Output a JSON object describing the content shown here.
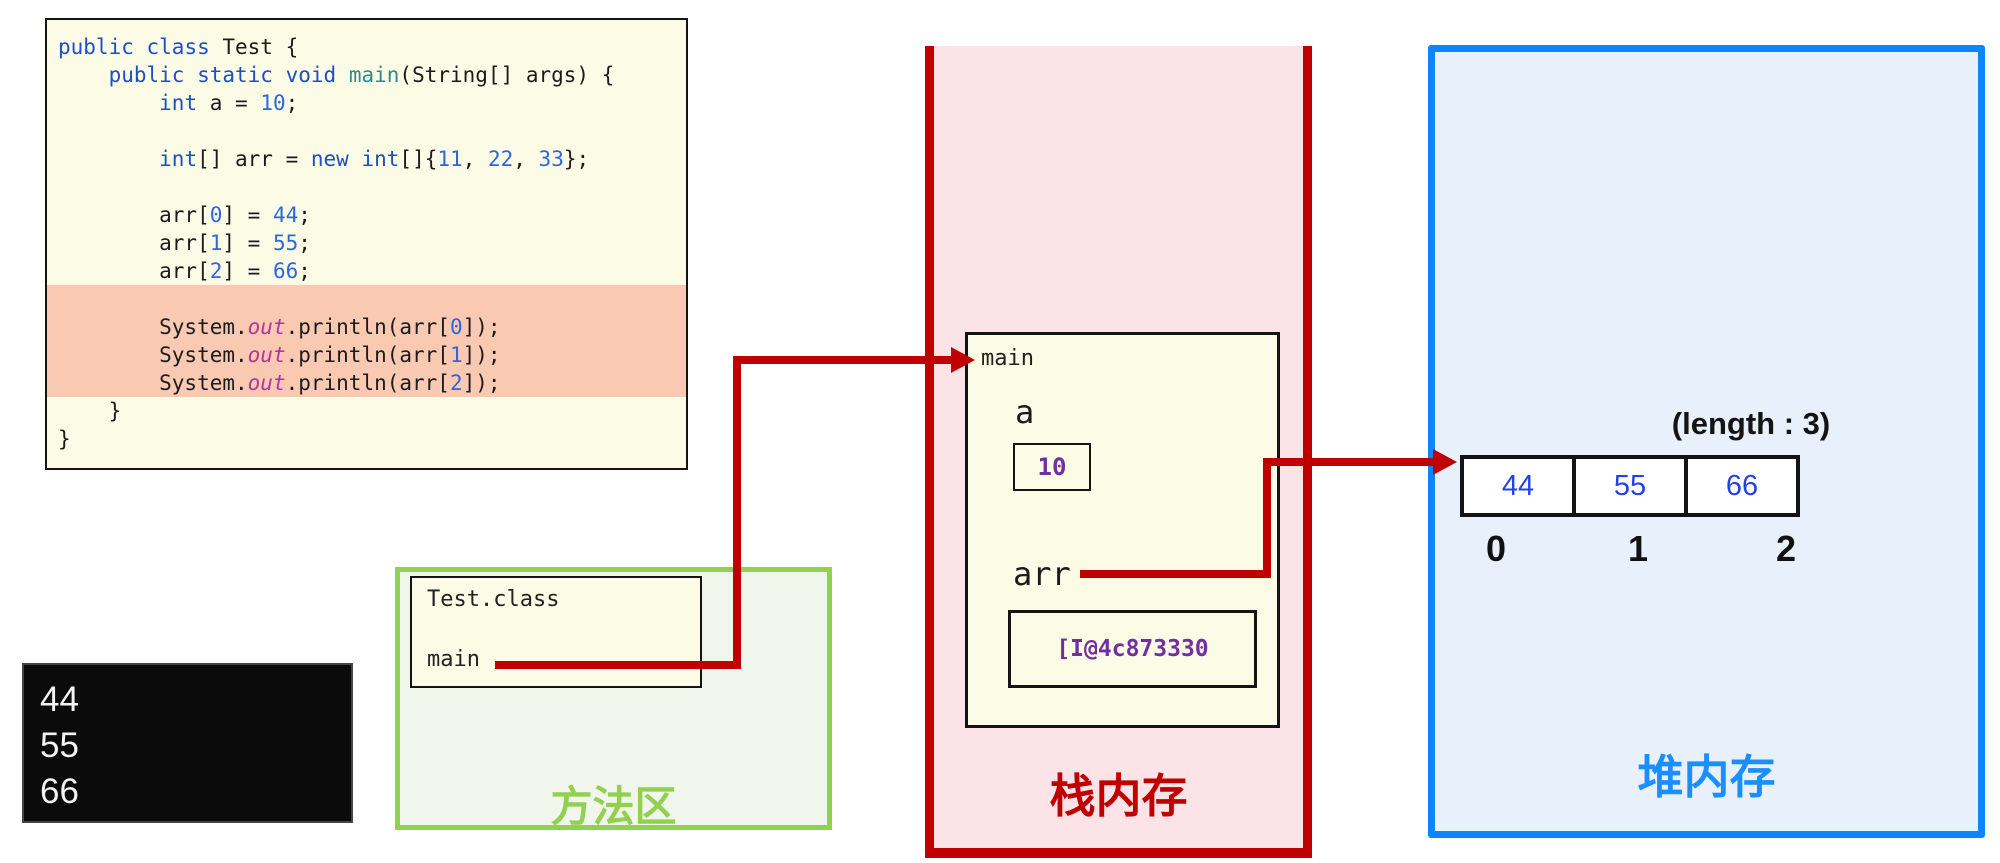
{
  "colors": {
    "accent_red": "#c00000",
    "accent_green": "#92d050",
    "accent_blue": "#0d86fc",
    "heap_label_blue": "#1b8fff",
    "purple": "#7030a0",
    "keyword_blue": "#1d4fc4",
    "number_blue": "#2d66dd",
    "method_teal": "#2a8d8d",
    "out_purple": "#b0359e",
    "array_value_blue": "#2440f0",
    "highlight_salmon": "#f9c9b2"
  },
  "code_panel": {
    "lines": [
      {
        "hl": false,
        "tokens": [
          [
            "kw",
            "public"
          ],
          [
            "pl",
            " "
          ],
          [
            "kw",
            "class"
          ],
          [
            "pl",
            " Test {"
          ]
        ]
      },
      {
        "hl": false,
        "tokens": [
          [
            "pl",
            "    "
          ],
          [
            "kw",
            "public"
          ],
          [
            "pl",
            " "
          ],
          [
            "kw",
            "static"
          ],
          [
            "pl",
            " "
          ],
          [
            "kw",
            "void"
          ],
          [
            "pl",
            " "
          ],
          [
            "fn",
            "main"
          ],
          [
            "pl",
            "(String[] args) {"
          ]
        ]
      },
      {
        "hl": false,
        "tokens": [
          [
            "pl",
            "        "
          ],
          [
            "kw",
            "int"
          ],
          [
            "pl",
            " a = "
          ],
          [
            "num",
            "10"
          ],
          [
            "pl",
            ";"
          ]
        ]
      },
      {
        "hl": false,
        "tokens": []
      },
      {
        "hl": false,
        "tokens": [
          [
            "pl",
            "        "
          ],
          [
            "kw",
            "int"
          ],
          [
            "pl",
            "[] arr = "
          ],
          [
            "kw",
            "new"
          ],
          [
            "pl",
            " "
          ],
          [
            "kw",
            "int"
          ],
          [
            "pl",
            "[]{"
          ],
          [
            "num",
            "11"
          ],
          [
            "pl",
            ", "
          ],
          [
            "num",
            "22"
          ],
          [
            "pl",
            ", "
          ],
          [
            "num",
            "33"
          ],
          [
            "pl",
            "};"
          ]
        ]
      },
      {
        "hl": false,
        "tokens": []
      },
      {
        "hl": false,
        "tokens": [
          [
            "pl",
            "        arr["
          ],
          [
            "num",
            "0"
          ],
          [
            "pl",
            "] = "
          ],
          [
            "num",
            "44"
          ],
          [
            "pl",
            ";"
          ]
        ]
      },
      {
        "hl": false,
        "tokens": [
          [
            "pl",
            "        arr["
          ],
          [
            "num",
            "1"
          ],
          [
            "pl",
            "] = "
          ],
          [
            "num",
            "55"
          ],
          [
            "pl",
            ";"
          ]
        ]
      },
      {
        "hl": false,
        "tokens": [
          [
            "pl",
            "        arr["
          ],
          [
            "num",
            "2"
          ],
          [
            "pl",
            "] = "
          ],
          [
            "num",
            "66"
          ],
          [
            "pl",
            ";"
          ]
        ]
      },
      {
        "hl": true,
        "tokens": []
      },
      {
        "hl": true,
        "tokens": [
          [
            "pl",
            "        System."
          ],
          [
            "out",
            "out"
          ],
          [
            "pl",
            ".println(arr["
          ],
          [
            "num",
            "0"
          ],
          [
            "pl",
            "]);"
          ]
        ]
      },
      {
        "hl": true,
        "tokens": [
          [
            "pl",
            "        System."
          ],
          [
            "out",
            "out"
          ],
          [
            "pl",
            ".println(arr["
          ],
          [
            "num",
            "1"
          ],
          [
            "pl",
            "]);"
          ]
        ]
      },
      {
        "hl": true,
        "tokens": [
          [
            "pl",
            "        System."
          ],
          [
            "out",
            "out"
          ],
          [
            "pl",
            ".println(arr["
          ],
          [
            "num",
            "2"
          ],
          [
            "pl",
            "]);"
          ]
        ]
      },
      {
        "hl": false,
        "tokens": [
          [
            "pl",
            "    }"
          ]
        ]
      },
      {
        "hl": false,
        "tokens": [
          [
            "pl",
            "}"
          ]
        ]
      }
    ]
  },
  "console": {
    "lines": [
      "44",
      "55",
      "66"
    ]
  },
  "method_area": {
    "label": "方法区",
    "class_box": {
      "class_name": "Test.class",
      "method_name": "main"
    }
  },
  "stack": {
    "label": "栈内存",
    "frame": {
      "name": "main",
      "var_a": {
        "name": "a",
        "value": "10"
      },
      "var_arr": {
        "name": "arr",
        "value": "[I@4c873330"
      }
    }
  },
  "heap": {
    "label": "堆内存",
    "length_label": "(length : 3)",
    "array": {
      "values": [
        "44",
        "55",
        "66"
      ],
      "indices": [
        "0",
        "1",
        "2"
      ]
    }
  }
}
